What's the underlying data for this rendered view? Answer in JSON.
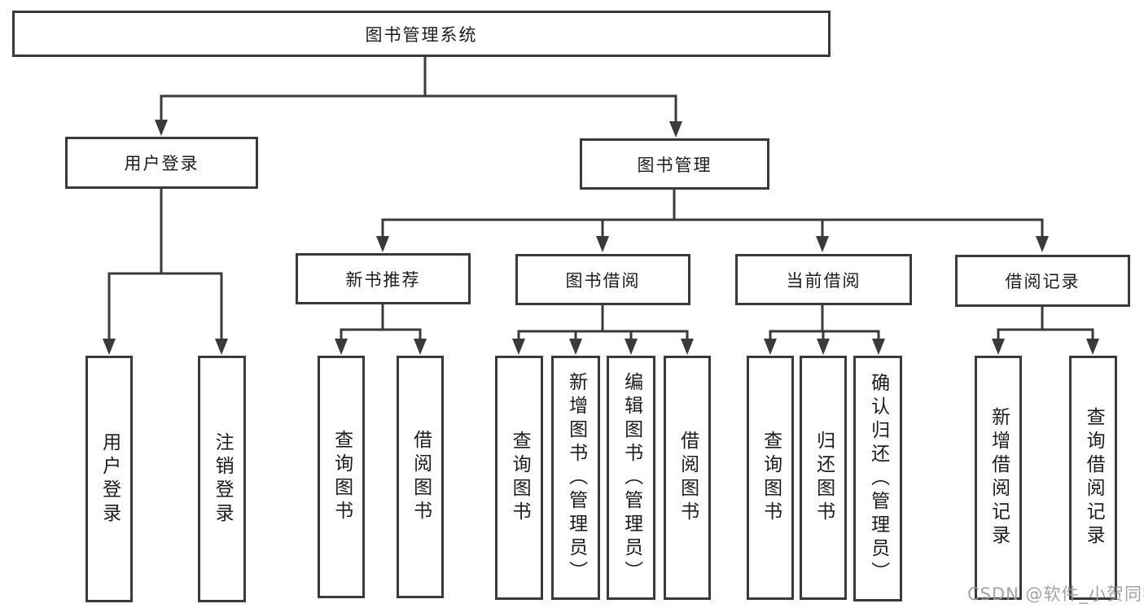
{
  "colors": {
    "line": "#3a3a3a",
    "text": "#1c1c1c",
    "box_background": "#ffffff",
    "watermark": "#9b9b9b",
    "page_background": "#ffffff"
  },
  "watermark": {
    "text": "CSDN @软件_小贺同学"
  },
  "tree": {
    "root": {
      "label": "图书管理系统"
    },
    "branches": [
      {
        "label": "用户登录",
        "children": [
          {
            "label": "用户登录"
          },
          {
            "label": "注销登录"
          }
        ]
      },
      {
        "label": "图书管理",
        "children": [
          {
            "label": "新书推荐",
            "children": [
              {
                "label": "查询图书"
              },
              {
                "label": "借阅图书"
              }
            ]
          },
          {
            "label": "图书借阅",
            "children": [
              {
                "label": "查询图书"
              },
              {
                "label": "新增图书（管理员）"
              },
              {
                "label": "编辑图书（管理员）"
              },
              {
                "label": "借阅图书"
              }
            ]
          },
          {
            "label": "当前借阅",
            "children": [
              {
                "label": "查询图书"
              },
              {
                "label": "归还图书"
              },
              {
                "label": "确认归还（管理员）"
              }
            ]
          },
          {
            "label": "借阅记录",
            "children": [
              {
                "label": "新增借阅记录"
              },
              {
                "label": "查询借阅记录"
              }
            ]
          }
        ]
      }
    ]
  }
}
